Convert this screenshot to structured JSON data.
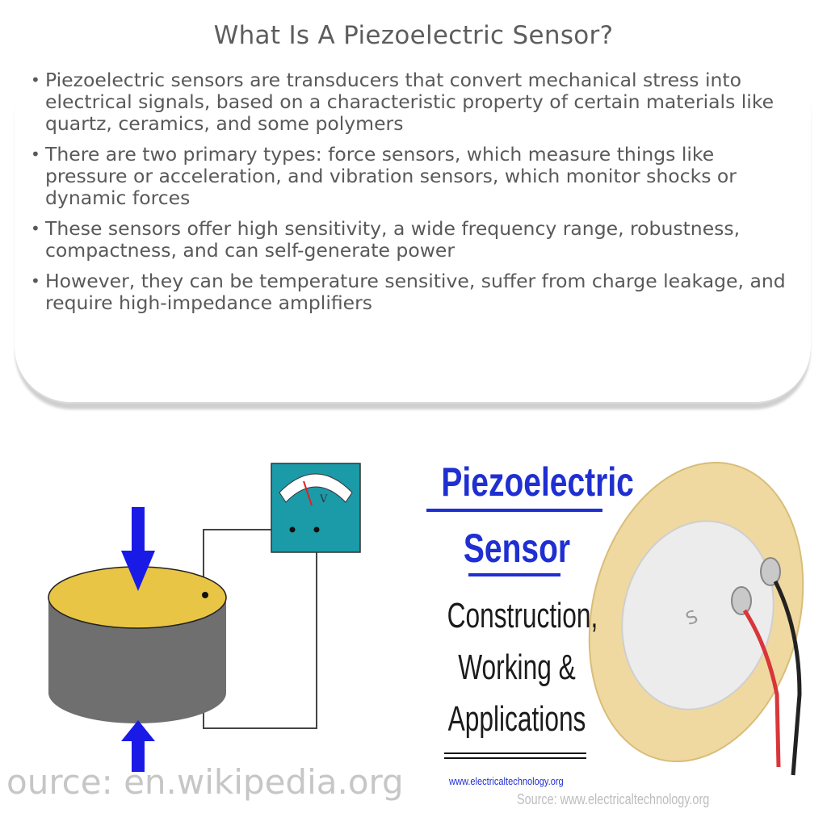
{
  "title": "What Is A Piezoelectric Sensor?",
  "bullets": [
    "Piezoelectric sensors are transducers that convert mechanical stress into electrical signals, based on a characteristic property of certain materials like quartz, ceramics, and some polymers",
    "There are two primary types: force sensors, which measure things like pressure or acceleration, and vibration sensors, which monitor shocks or dynamic forces",
    "These sensors offer high sensitivity, a wide frequency range, robustness, compactness, and can self-generate power",
    "However, they can be temperature sensitive, suffer from charge leakage, and require high-impedance amplifiers"
  ],
  "diagram": {
    "meter_unit": "V",
    "source": "ource: en.wikipedia.org"
  },
  "poster": {
    "title_line1": "Piezoelectric",
    "title_line2": "Sensor",
    "sub_line1": "Construction,",
    "sub_line2": "Working &",
    "sub_line3": "Applications",
    "site": "www.electricaltechnology.org",
    "source": "Source: www.electricaltechnology.org",
    "disc_mark": "S"
  },
  "colors": {
    "arrow": "#1a1ae6",
    "cylinder_top": "#e9c545",
    "cylinder_side": "#6f6f6f",
    "meter_box": "#1b9aa8",
    "poster_blue": "#1f2fd1"
  }
}
